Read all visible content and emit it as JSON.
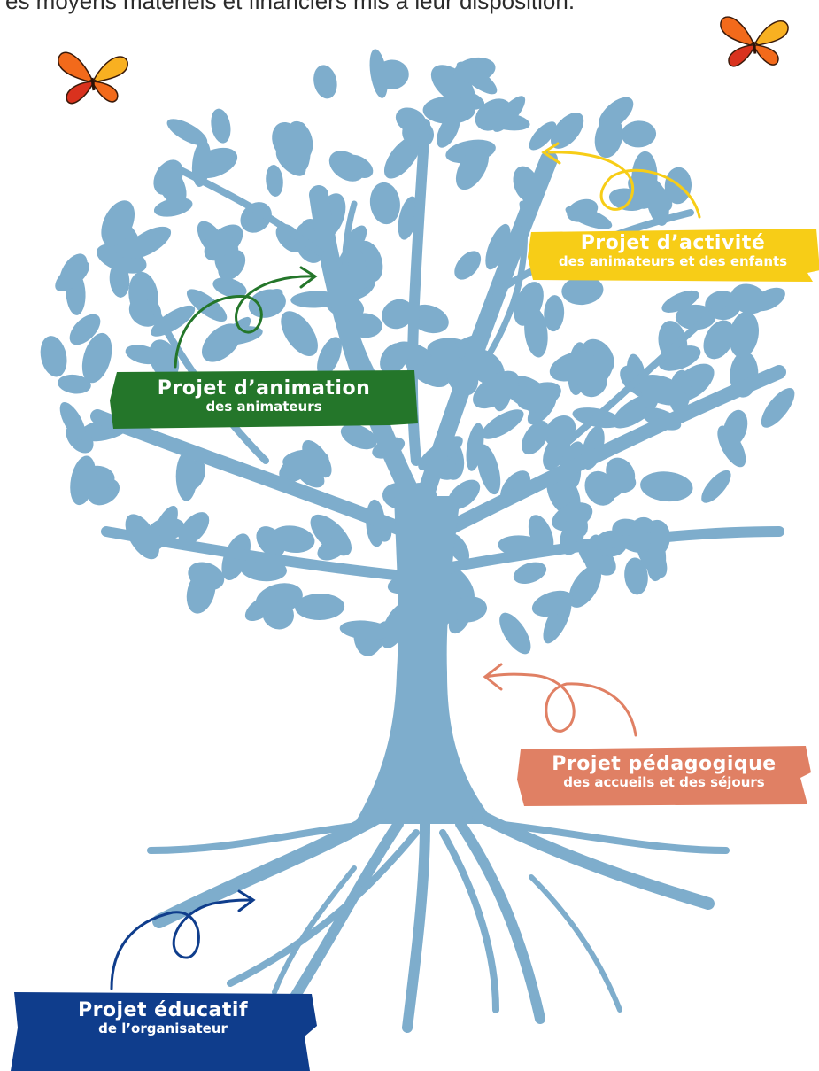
{
  "header": {
    "text": "es moyens matériels et financiers mis à leur disposition."
  },
  "labels": {
    "activite": {
      "main": "Projet d’activité",
      "sub": "des animateurs et des enfants",
      "color": "#f7cd17"
    },
    "animation": {
      "main": "Projet d’animation",
      "sub": "des animateurs",
      "color": "#24762a"
    },
    "pedagogique": {
      "main": "Projet pédagogique",
      "sub": "des accueils et des séjours",
      "color": "#e08064"
    },
    "educatif": {
      "main": "Projet éducatif",
      "sub": "de l’organisateur",
      "color": "#0f3d8c"
    }
  },
  "colors": {
    "tree": "#7eadcc",
    "butterfly_orange": "#f26a1b",
    "butterfly_red": "#d9321e",
    "butterfly_yellow": "#f8b021"
  },
  "icons": [
    "butterfly-icon",
    "curly-arrow-icon"
  ]
}
